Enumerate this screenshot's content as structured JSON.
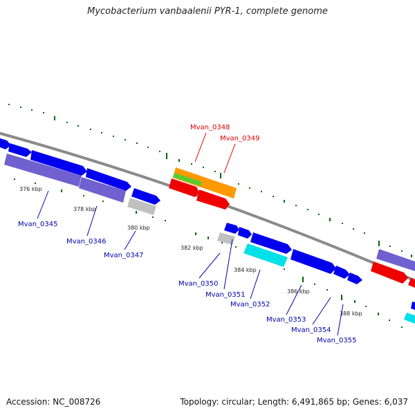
{
  "title": "Mycobacterium vanbaalenii PYR-1, complete genome",
  "accession": "Accession: NC_008726",
  "summary": "Topology: circular; Length: 6,491,865 bp; Genes: 6,037",
  "colors": {
    "backbone": "#8a8a8a",
    "cds_forward": "#0000ee",
    "cds_reverse_blue": "#7060d0",
    "cds_grey": "#c0c0c0",
    "cds_cyan": "#00e0e8",
    "cds_red": "#ee0000",
    "cds_orange": "#ff9900",
    "cds_green": "#55cc33",
    "gc_dots": "#006600",
    "label_blue": "#0000aa",
    "label_red": "#dd0000"
  },
  "scale_labels": [
    "376 kbp",
    "378 kbp",
    "380 kbp",
    "382 kbp",
    "384 kbp",
    "386 kbp",
    "388 kbp"
  ],
  "gene_labels": [
    {
      "name": "Mvan_0345",
      "color": "blue"
    },
    {
      "name": "Mvan_0346",
      "color": "blue"
    },
    {
      "name": "Mvan_0347",
      "color": "blue"
    },
    {
      "name": "Mvan_0348",
      "color": "red"
    },
    {
      "name": "Mvan_0349",
      "color": "red"
    },
    {
      "name": "Mvan_0350",
      "color": "blue"
    },
    {
      "name": "Mvan_0351",
      "color": "blue"
    },
    {
      "name": "Mvan_0352",
      "color": "blue"
    },
    {
      "name": "Mvan_0353",
      "color": "blue"
    },
    {
      "name": "Mvan_0354",
      "color": "blue"
    },
    {
      "name": "Mvan_0355",
      "color": "blue"
    }
  ]
}
